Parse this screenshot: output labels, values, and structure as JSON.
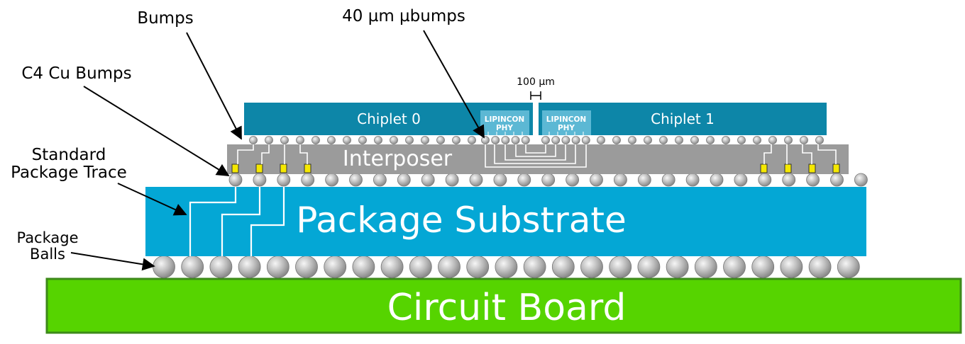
{
  "labels": {
    "bumps": "Bumps",
    "microbumps": "40 µm µbumps",
    "c4_bumps": "C4 Cu Bumps",
    "standard_trace_line1": "Standard",
    "standard_trace_line2": "Package Trace",
    "package_balls_line1": "Package",
    "package_balls_line2": "Balls",
    "gap": "100 µm"
  },
  "components": {
    "chiplet_0": "Chiplet 0",
    "chiplet_1": "Chiplet 1",
    "phy_left_line1": "LIPINCON",
    "phy_left_line2": "PHY",
    "phy_right_line1": "LIPINCON",
    "phy_right_line2": "PHY",
    "interposer": "Interposer",
    "package_substrate": "Package Substrate",
    "circuit_board": "Circuit Board"
  },
  "colors": {
    "chiplet": "#0d86a8",
    "phy": "#5cb8d4",
    "interposer": "#9b9b9b",
    "substrate": "#04a7d5",
    "board": "#56d400",
    "board_border": "#3d8a1a",
    "c4_pad": "#f5e800",
    "trace": "#ffffff"
  }
}
